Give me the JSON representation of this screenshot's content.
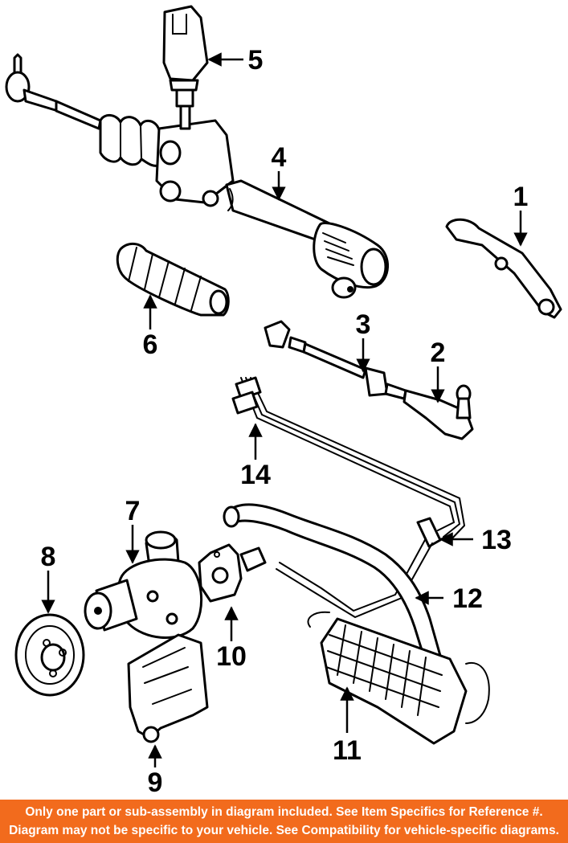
{
  "callouts": [
    {
      "id": "1",
      "label": "1"
    },
    {
      "id": "2",
      "label": "2"
    },
    {
      "id": "3",
      "label": "3"
    },
    {
      "id": "4",
      "label": "4"
    },
    {
      "id": "5",
      "label": "5"
    },
    {
      "id": "6",
      "label": "6"
    },
    {
      "id": "7",
      "label": "7"
    },
    {
      "id": "8",
      "label": "8"
    },
    {
      "id": "9",
      "label": "9"
    },
    {
      "id": "10",
      "label": "10"
    },
    {
      "id": "11",
      "label": "11"
    },
    {
      "id": "12",
      "label": "12"
    },
    {
      "id": "13",
      "label": "13"
    },
    {
      "id": "14",
      "label": "14"
    }
  ],
  "banner": {
    "line1": "Only one part or sub-assembly in diagram included. See Item Specifics for Reference #.",
    "line2": "Diagram may not be specific to your vehicle. See Compatibility for vehicle-specific diagrams.",
    "background_color": "#f26b1d",
    "text_color": "#ffffff"
  }
}
